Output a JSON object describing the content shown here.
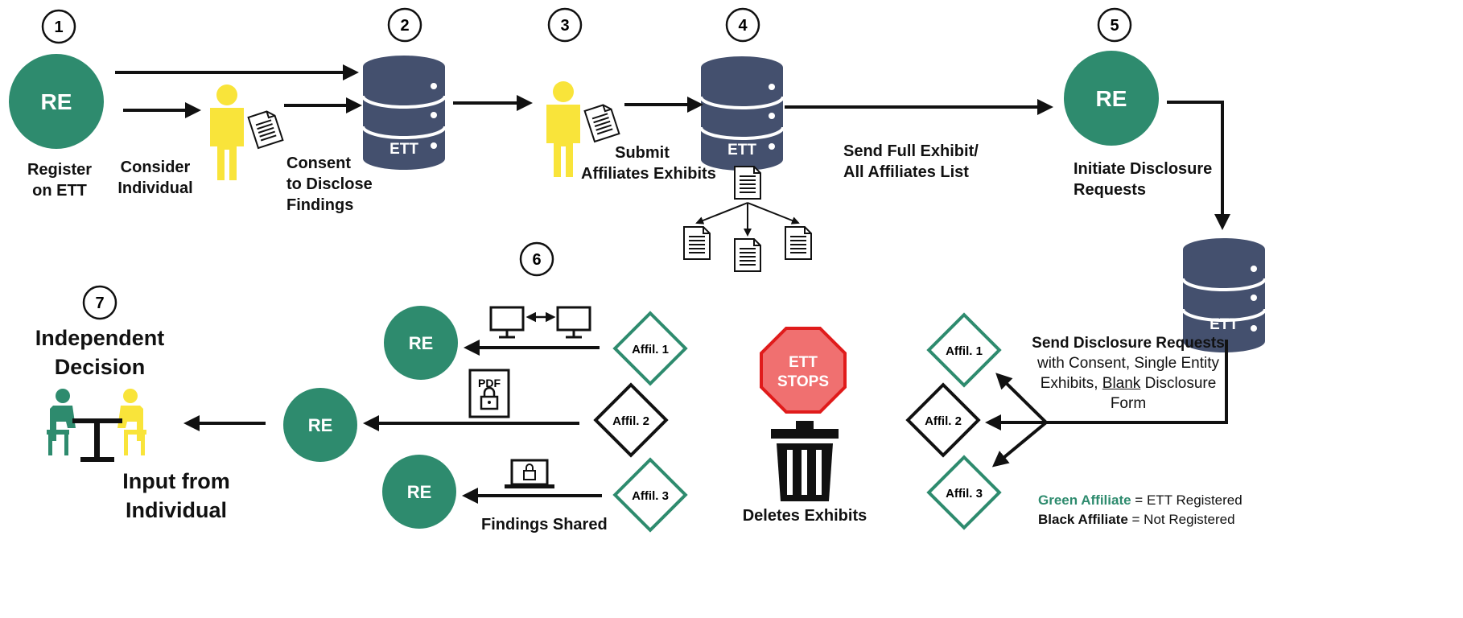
{
  "steps": [
    {
      "num": "1"
    },
    {
      "num": "2"
    },
    {
      "num": "3"
    },
    {
      "num": "4"
    },
    {
      "num": "5"
    },
    {
      "num": "6"
    },
    {
      "num": "7"
    }
  ],
  "nodes": {
    "re_label": "RE",
    "ett_label": "ETT",
    "affiliates": [
      "Affil. 1",
      "Affil. 2",
      "Affil. 3"
    ],
    "pdf_label": "PDF",
    "stop_line1": "ETT",
    "stop_line2": "STOPS"
  },
  "captions": {
    "register_l1": "Register",
    "register_l2": "on ETT",
    "consider_l1": "Consider",
    "consider_l2": "Individual",
    "consent_l1": "Consent",
    "consent_l2": "to Disclose",
    "consent_l3": "Findings",
    "submit_l1": "Submit",
    "submit_l2": "Affiliates Exhibits",
    "send_full_l1": "Send Full Exhibit/",
    "send_full_l2": "All Affiliates List",
    "initiate_l1": "Initiate Disclosure",
    "initiate_l2": "Requests",
    "send_req_title": "Send Disclosure Requests",
    "send_req_l2": "with Consent, Single Entity",
    "send_req_l3a": "Exhibits, ",
    "send_req_l3b": "Blank",
    "send_req_l3c": " Disclosure",
    "send_req_l4": "Form",
    "deletes": "Deletes Exhibits",
    "findings_shared": "Findings Shared",
    "independent_l1": "Independent",
    "independent_l2": "Decision",
    "input_l1": "Input from",
    "input_l2": "Individual"
  },
  "legend": {
    "green_term": "Green Affiliate",
    "green_def": " = ETT Registered",
    "black_term": "Black Affiliate",
    "black_def": " = Not Registered"
  },
  "colors": {
    "re_green": "#2e8b6e",
    "db_navy": "#44506e",
    "person_yellow": "#f9e43a",
    "stop_red": "#f07070",
    "arrow": "#111111"
  }
}
